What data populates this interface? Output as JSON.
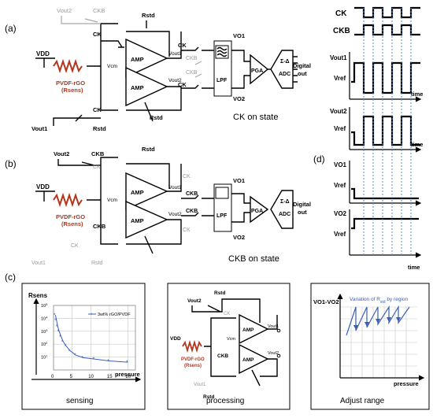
{
  "labels": {
    "panel_a": "(a)",
    "panel_b": "(b)",
    "panel_c": "(c)",
    "panel_d": "(d)",
    "vdd": "VDD",
    "sensor": "PVDF-rGO",
    "sensor_sub": "(Rsens)",
    "amp": "AMP",
    "vcm": "Vcm",
    "vout1": "Vout1",
    "vout2": "Vout2",
    "rstd": "Rstd",
    "ck": "CK",
    "ckb": "CKB",
    "lpf": "LPF",
    "pga": "PGA",
    "adc_top": "Σ-Δ",
    "adc": "ADC",
    "digital": "Digital",
    "out": "out",
    "vo1": "VO1",
    "vo2": "VO2",
    "ck_state": "CK on state",
    "ckb_state": "CKB on state",
    "vref": "Vref",
    "time": "time",
    "rsens": "Rsens",
    "pressure": "pressure",
    "vo_diff": "VO1-VO2",
    "variation": "Variation of R",
    "variation_sub": "std",
    "variation_tail": " by region",
    "sensing": "sensing",
    "processing": "processing",
    "adjust": "Adjust range"
  },
  "chart_data": {
    "type": "scatter",
    "title": "",
    "xlabel": "pressure",
    "ylabel": "Rsens",
    "yscale": "log",
    "xlim": [
      0,
      22
    ],
    "ylim": [
      1,
      100000
    ],
    "x_ticks": [
      0,
      5,
      10,
      15,
      20
    ],
    "y_ticks": [
      "10^1",
      "10^2",
      "10^3",
      "10^4",
      "10^5"
    ],
    "series": [
      {
        "name": "3wt% rGO/PVDF",
        "color": "#3a5fb5",
        "x": [
          0.5,
          0.8,
          1.1,
          1.5,
          2,
          2.6,
          3.4,
          4.5,
          6,
          8,
          11,
          15,
          20
        ],
        "y": [
          18000,
          7000,
          2500,
          1000,
          400,
          160,
          70,
          30,
          14,
          9,
          7,
          5,
          4
        ]
      }
    ],
    "grid": true,
    "legend": "top-right"
  },
  "timing": {
    "ck": [
      1,
      0,
      1,
      0,
      1,
      0,
      1
    ],
    "ckb": [
      0,
      1,
      0,
      1,
      0,
      1,
      0
    ]
  }
}
